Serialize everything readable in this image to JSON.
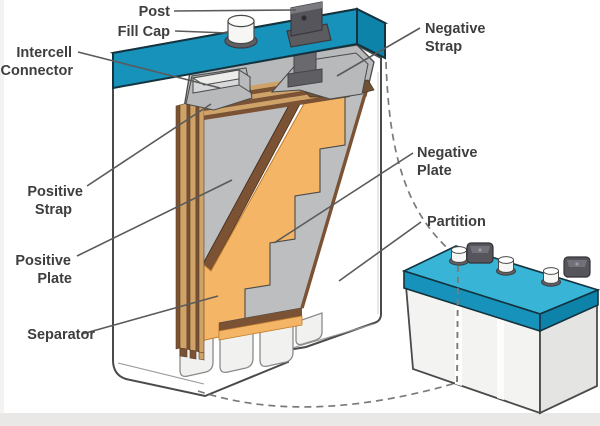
{
  "diagram_type": "lead-acid-battery-cutaway",
  "labels": {
    "post": "Post",
    "fill_cap": "Fill Cap",
    "intercell_connector": {
      "line1": "Intercell",
      "line2": "Connector"
    },
    "positive_strap": {
      "line1": "Positive",
      "line2": "Strap"
    },
    "positive_plate": {
      "line1": "Positive",
      "line2": "Plate"
    },
    "separator": "Separator",
    "negative_strap": {
      "line1": "Negative",
      "line2": "Strap"
    },
    "negative_plate": {
      "line1": "Negative",
      "line2": "Plate"
    },
    "partition": "Partition"
  },
  "colors": {
    "lid_top": "#38b4d6",
    "lid_front": "#1793bb",
    "lid_side": "#0d83aa",
    "case_white": "#ffffff",
    "outline": "#4a4a4a",
    "plate_gray": "#bdbec0",
    "separator_orange": "#f5b567",
    "plate_brown": "#7b5233",
    "plate_tan": "#cfa368",
    "strap_gray": "#b7b9bb",
    "dark_top_band": "#6f5236",
    "terminal_dark": "#55555b",
    "stem_dark": "#6a6a6e",
    "cap_white": "#f6f6f4",
    "well_fill": "#f1f1ef",
    "body_front": "#f3f3f1",
    "body_side": "#e4e4e2",
    "label_text": "#3e3e3e",
    "leader_line": "#5a5a5a",
    "dashed_line": "#7a7a7a",
    "footer_strip": "#eae8e6"
  }
}
